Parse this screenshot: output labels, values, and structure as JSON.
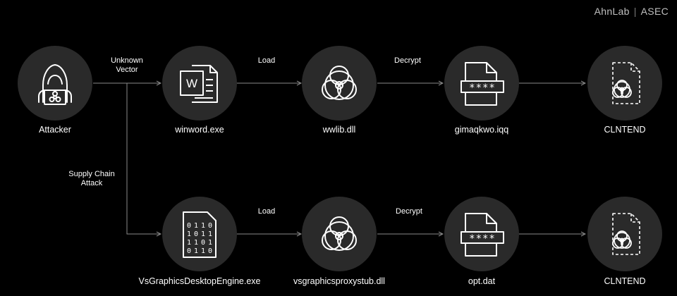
{
  "brand": {
    "left": "AhnLab",
    "right": "ASEC",
    "separator": "|"
  },
  "nodes": {
    "attacker": {
      "label": "Attacker",
      "icon": "hooded-hacker-icon"
    },
    "winword": {
      "label": "winword.exe",
      "icon": "word-document-icon",
      "glyph": "W"
    },
    "wwlib": {
      "label": "wwlib.dll",
      "icon": "biohazard-icon"
    },
    "gimaqkwo": {
      "label": "gimaqkwo.iqq",
      "icon": "password-file-icon",
      "mask": "****"
    },
    "clntend_top": {
      "label": "CLNTEND",
      "icon": "biohazard-file-icon"
    },
    "vsgraphics": {
      "label": "VsGraphicsDesktopEngine.exe",
      "icon": "binary-file-icon"
    },
    "vsproxy": {
      "label": "vsgraphicsproxystub.dll",
      "icon": "biohazard-icon"
    },
    "optdat": {
      "label": "opt.dat",
      "icon": "password-file-icon",
      "mask": "****"
    },
    "clntend_bottom": {
      "label": "CLNTEND",
      "icon": "biohazard-file-icon"
    }
  },
  "edges": {
    "unknown_vector": {
      "line1": "Unknown",
      "line2": "Vector"
    },
    "supply_chain": {
      "line1": "Supply Chain",
      "line2": "Attack"
    },
    "load_top": "Load",
    "decrypt_top": "Decrypt",
    "load_bottom": "Load",
    "decrypt_bottom": "Decrypt"
  },
  "colors": {
    "background": "#000000",
    "node_fill": "#2a2a2a",
    "line": "#8a8a8a",
    "icon": "#ffffff"
  }
}
